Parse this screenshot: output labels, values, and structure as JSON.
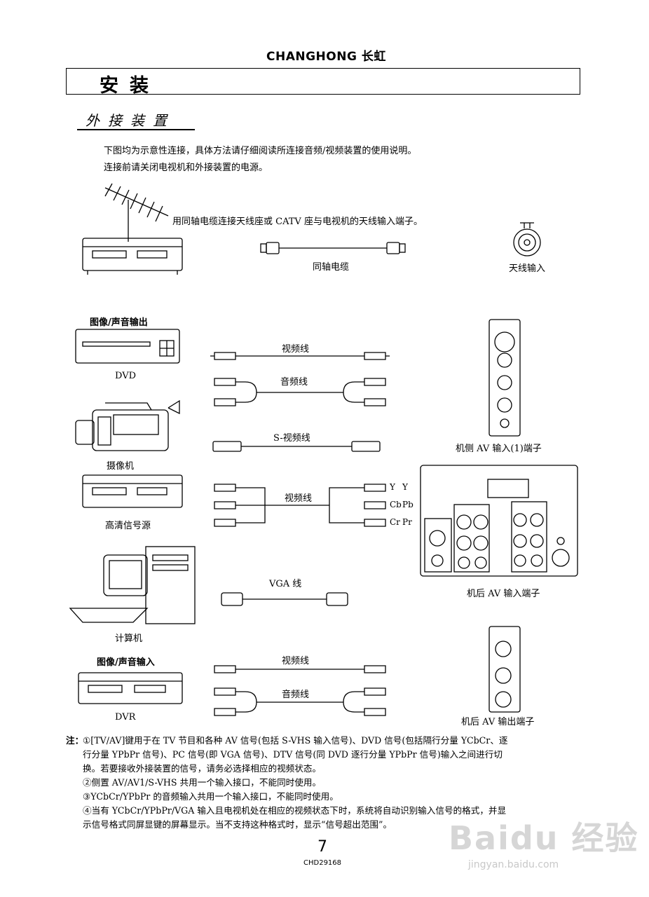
{
  "header": {
    "brand": "CHANGHONG 长虹"
  },
  "section": {
    "title": "安装"
  },
  "subsection": {
    "title": "外接装置"
  },
  "intro": {
    "line1": "下图均为示意性连接，具体方法请仔细阅读所连接音频/视频装置的使用说明。",
    "line2": "连接前请关闭电视机和外接装置的电源。"
  },
  "antenna": {
    "instruction": "用同轴电缆连接天线座或 CATV 座与电视机的天线输入端子。",
    "cable_label": "同轴电缆",
    "input_label": "天线输入"
  },
  "devices": {
    "av_output_title": "图像/声音输出",
    "dvd": "DVD",
    "camcorder": "摄像机",
    "hd_source": "高清信号源",
    "computer": "计算机",
    "av_input_title": "图像/声音输入",
    "dvr": "DVR"
  },
  "cables": {
    "video": "视频线",
    "audio": "音频线",
    "svideo": "S-视频线",
    "component": "视频线",
    "vga": "VGA 线",
    "video2": "视频线",
    "audio2": "音频线"
  },
  "component_labels": {
    "y": "Y",
    "cb": "Cb",
    "cr": "Cr",
    "y2": "Y",
    "pb": "Pb",
    "pr": "Pr"
  },
  "panels": {
    "side_av": "机侧 AV 输入(1)端子",
    "rear_av": "机后 AV 输入端子",
    "rear_out": "机后 AV 输出端子"
  },
  "notes": {
    "prefix": "注：",
    "n1_l1": "①[TV/AV]键用于在 TV 节目和各种 AV 信号(包括 S-VHS 输入信号)、DVD 信号(包括隔行分量 YCbCr、逐",
    "n1_l2": "行分量 YPbPr 信号)、PC 信号(即 VGA 信号)、DTV 信号(同 DVD 逐行分量 YPbPr 信号)输入之间进行切",
    "n1_l3": "换。若要接收外接装置的信号，请务必选择相应的视频状态。",
    "n2": "②侧置 AV/AV1/S-VHS 共用一个输入接口，不能同时使用。",
    "n3": "③YCbCr/YPbPr 的音频输入共用一个输入接口，不能同时使用。",
    "n4_l1": "④当有 YCbCr/YPbPr/VGA 输入且电视机处在相应的视频状态下时，系统将自动识别输入信号的格式，并显",
    "n4_l2": "示信号格式同屏显键的屏幕显示。当不支持这种格式时，显示“信号超出范围”。"
  },
  "footer": {
    "page": "7",
    "model": "CHD29168"
  },
  "watermark": {
    "text": "Baidu 经验",
    "url": "jingyan.baidu.com"
  }
}
